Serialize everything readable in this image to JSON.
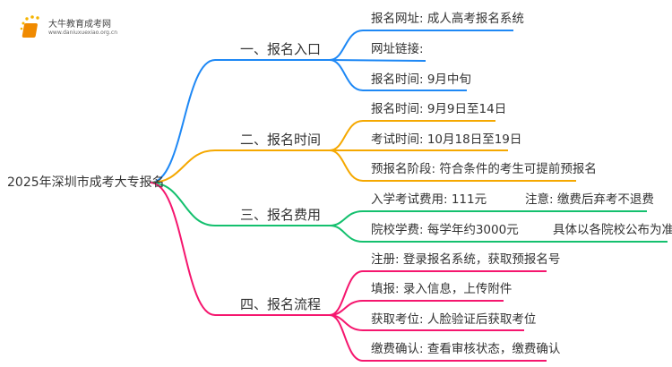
{
  "logo": {
    "title": "大牛教育成考网",
    "url": "www.daniuxuexiao.org.cn"
  },
  "root": "2025年深圳市成考大专报名",
  "colors": {
    "blue": "#1e88f5",
    "orange": "#f5a800",
    "green": "#14c06e",
    "pink": "#f5166e"
  },
  "branches": [
    {
      "label": "一、报名入口",
      "leaves": [
        "报名网址: 成人高考报名系统",
        "网址链接:",
        "报名时间: 9月中旬"
      ]
    },
    {
      "label": "二、报名时间",
      "leaves": [
        "报名时间: 9月9日至14日",
        "考试时间: 10月18日至19日",
        "预报名阶段: 符合条件的考生可提前预报名"
      ]
    },
    {
      "label": "三、报名费用",
      "leaves": [
        "入学考试费用: 111元",
        "院校学费: 每学年约3000元"
      ],
      "notes": [
        "注意: 缴费后弃考不退费",
        "具体以各院校公布为准"
      ]
    },
    {
      "label": "四、报名流程",
      "leaves": [
        "注册: 登录报名系统，获取预报名号",
        "填报: 录入信息，上传附件",
        "获取考位: 人脸验证后获取考位",
        "缴费确认: 查看审核状态，缴费确认"
      ]
    }
  ]
}
